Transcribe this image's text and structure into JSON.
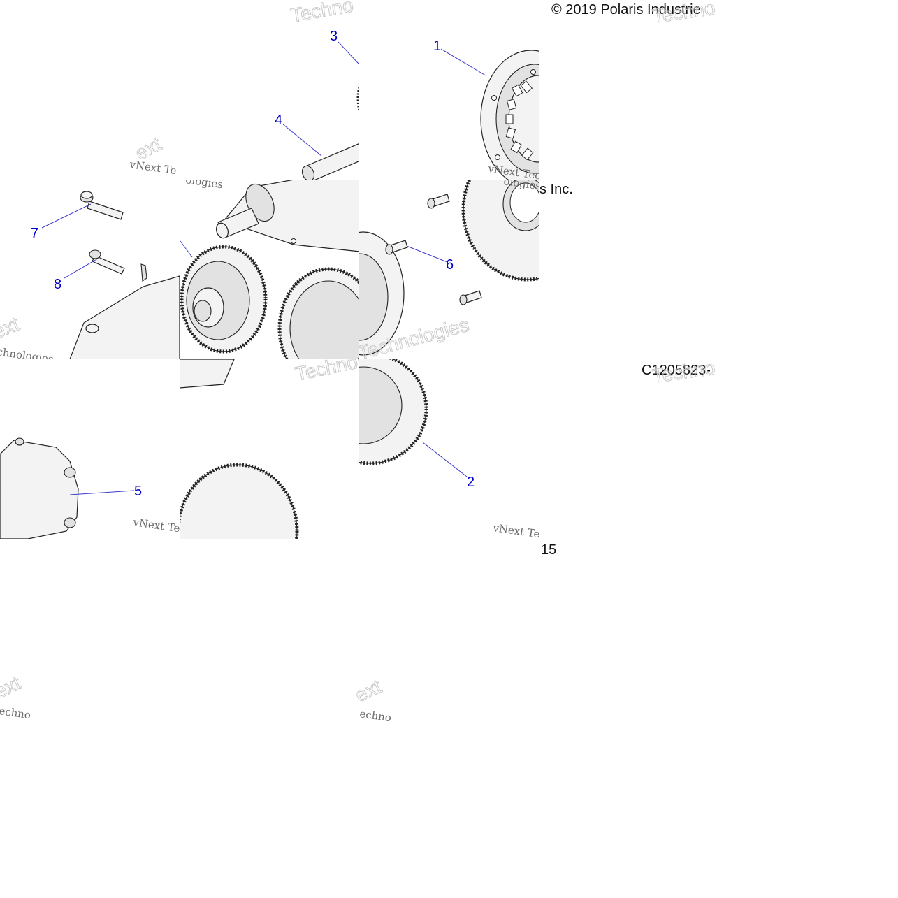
{
  "copyright": "© 2019 Polaris Industrie",
  "copyright_tail": "s Inc.",
  "drawing_number": "C1205823-",
  "page_number": "15",
  "watermark": {
    "line": "vNext Te",
    "line_alt": "vNext Tec",
    "brand_fragment_a": "Techno",
    "brand_fragment_b": "Technologies",
    "brand_fragment_c": "chnologies",
    "brand_fragment_d": "ext",
    "brand_fragment_e": "echno",
    "brand_fragment_f": "ologies"
  },
  "callouts": [
    {
      "id": "c1",
      "label": "1"
    },
    {
      "id": "c2",
      "label": "2"
    },
    {
      "id": "c3",
      "label": "3"
    },
    {
      "id": "c4",
      "label": "4"
    },
    {
      "id": "c5",
      "label": "5"
    },
    {
      "id": "c6",
      "label": "6"
    },
    {
      "id": "c7",
      "label": "7"
    },
    {
      "id": "c8",
      "label": "8"
    }
  ]
}
